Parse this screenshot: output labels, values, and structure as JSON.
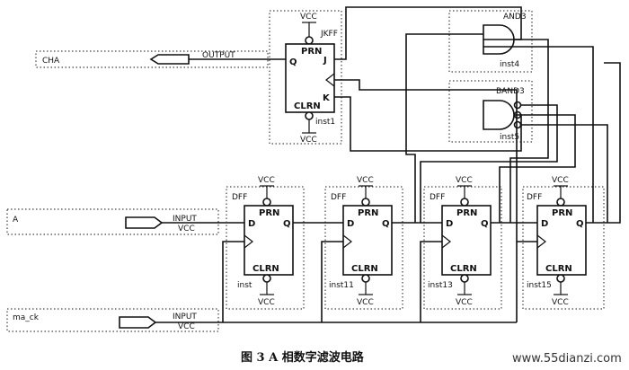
{
  "caption": "图 3   A 相数字滤波电路",
  "watermark": "www.55dianzi.com",
  "ports": [
    {
      "id": "cha",
      "name": "CHA",
      "kind": "OUTPUT",
      "sub": ""
    },
    {
      "id": "a",
      "name": "A",
      "kind": "INPUT",
      "sub": "VCC"
    },
    {
      "id": "clk",
      "name": "ma_ck",
      "kind": "INPUT",
      "sub": "VCC"
    }
  ],
  "jkff": {
    "label": "JKFF",
    "prn": "PRN",
    "clrn": "CLRN",
    "inst": "inst1",
    "vcc_top": "VCC",
    "vcc_bottom": "VCC",
    "pin_q": "Q",
    "pin_j": "J",
    "pin_k": "K"
  },
  "and3": {
    "label": "AND3",
    "inst": "inst4"
  },
  "band3": {
    "label": "BAND3",
    "inst": "inst5"
  },
  "dffs": [
    {
      "id": "d1",
      "label": "DFF",
      "inst": "inst",
      "vcc_top": "VCC",
      "vcc_bottom": "VCC",
      "prn": "PRN",
      "clrn": "CLRN",
      "pin_d": "D",
      "pin_q": "Q"
    },
    {
      "id": "d2",
      "label": "DFF",
      "inst": "inst11",
      "vcc_top": "VCC",
      "vcc_bottom": "VCC",
      "prn": "PRN",
      "clrn": "CLRN",
      "pin_d": "D",
      "pin_q": "Q"
    },
    {
      "id": "d3",
      "label": "DFF",
      "inst": "inst13",
      "vcc_top": "VCC",
      "vcc_bottom": "VCC",
      "prn": "PRN",
      "clrn": "CLRN",
      "pin_d": "D",
      "pin_q": "Q"
    },
    {
      "id": "d4",
      "label": "DFF",
      "inst": "inst15",
      "vcc_top": "VCC",
      "vcc_bottom": "VCC",
      "prn": "PRN",
      "clrn": "CLRN",
      "pin_d": "D",
      "pin_q": "Q"
    }
  ]
}
